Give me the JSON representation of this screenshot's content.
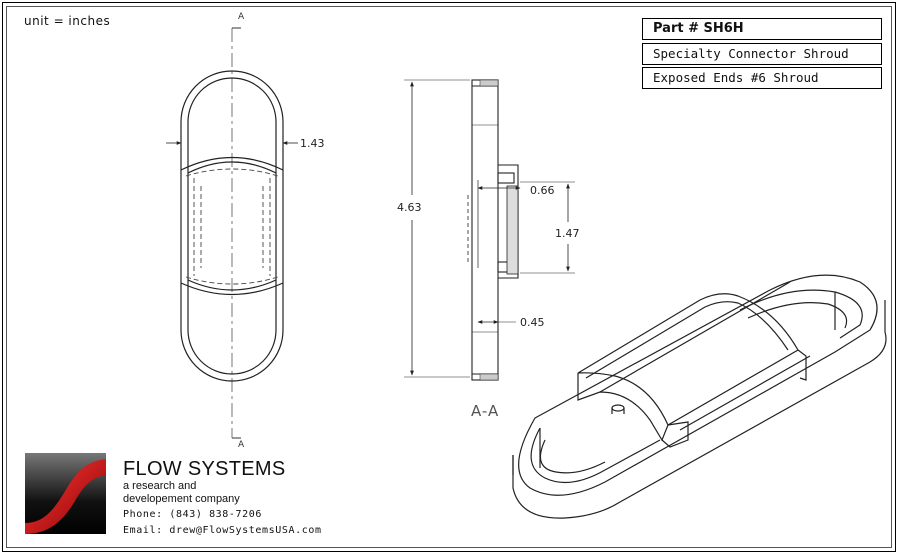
{
  "units_note": "unit = inches",
  "title_block": {
    "part_number": "Part # SH6H",
    "name": "Specialty Connector Shroud",
    "description": "Exposed Ends #6 Shroud"
  },
  "section": {
    "cut_label_top": "A",
    "cut_label_bottom": "A",
    "view_label": "A-A"
  },
  "dimensions": {
    "front_width": "1.43",
    "overall_length": "4.63",
    "wall_depth": "0.66",
    "center_span": "1.47",
    "base_depth": "0.45"
  },
  "company": {
    "name": "FLOW SYSTEMS",
    "tagline_1": "a research and",
    "tagline_2": "developement company",
    "phone": "Phone: (843) 838-7206",
    "email": "Email: drew@FlowSystemsUSA.com"
  }
}
